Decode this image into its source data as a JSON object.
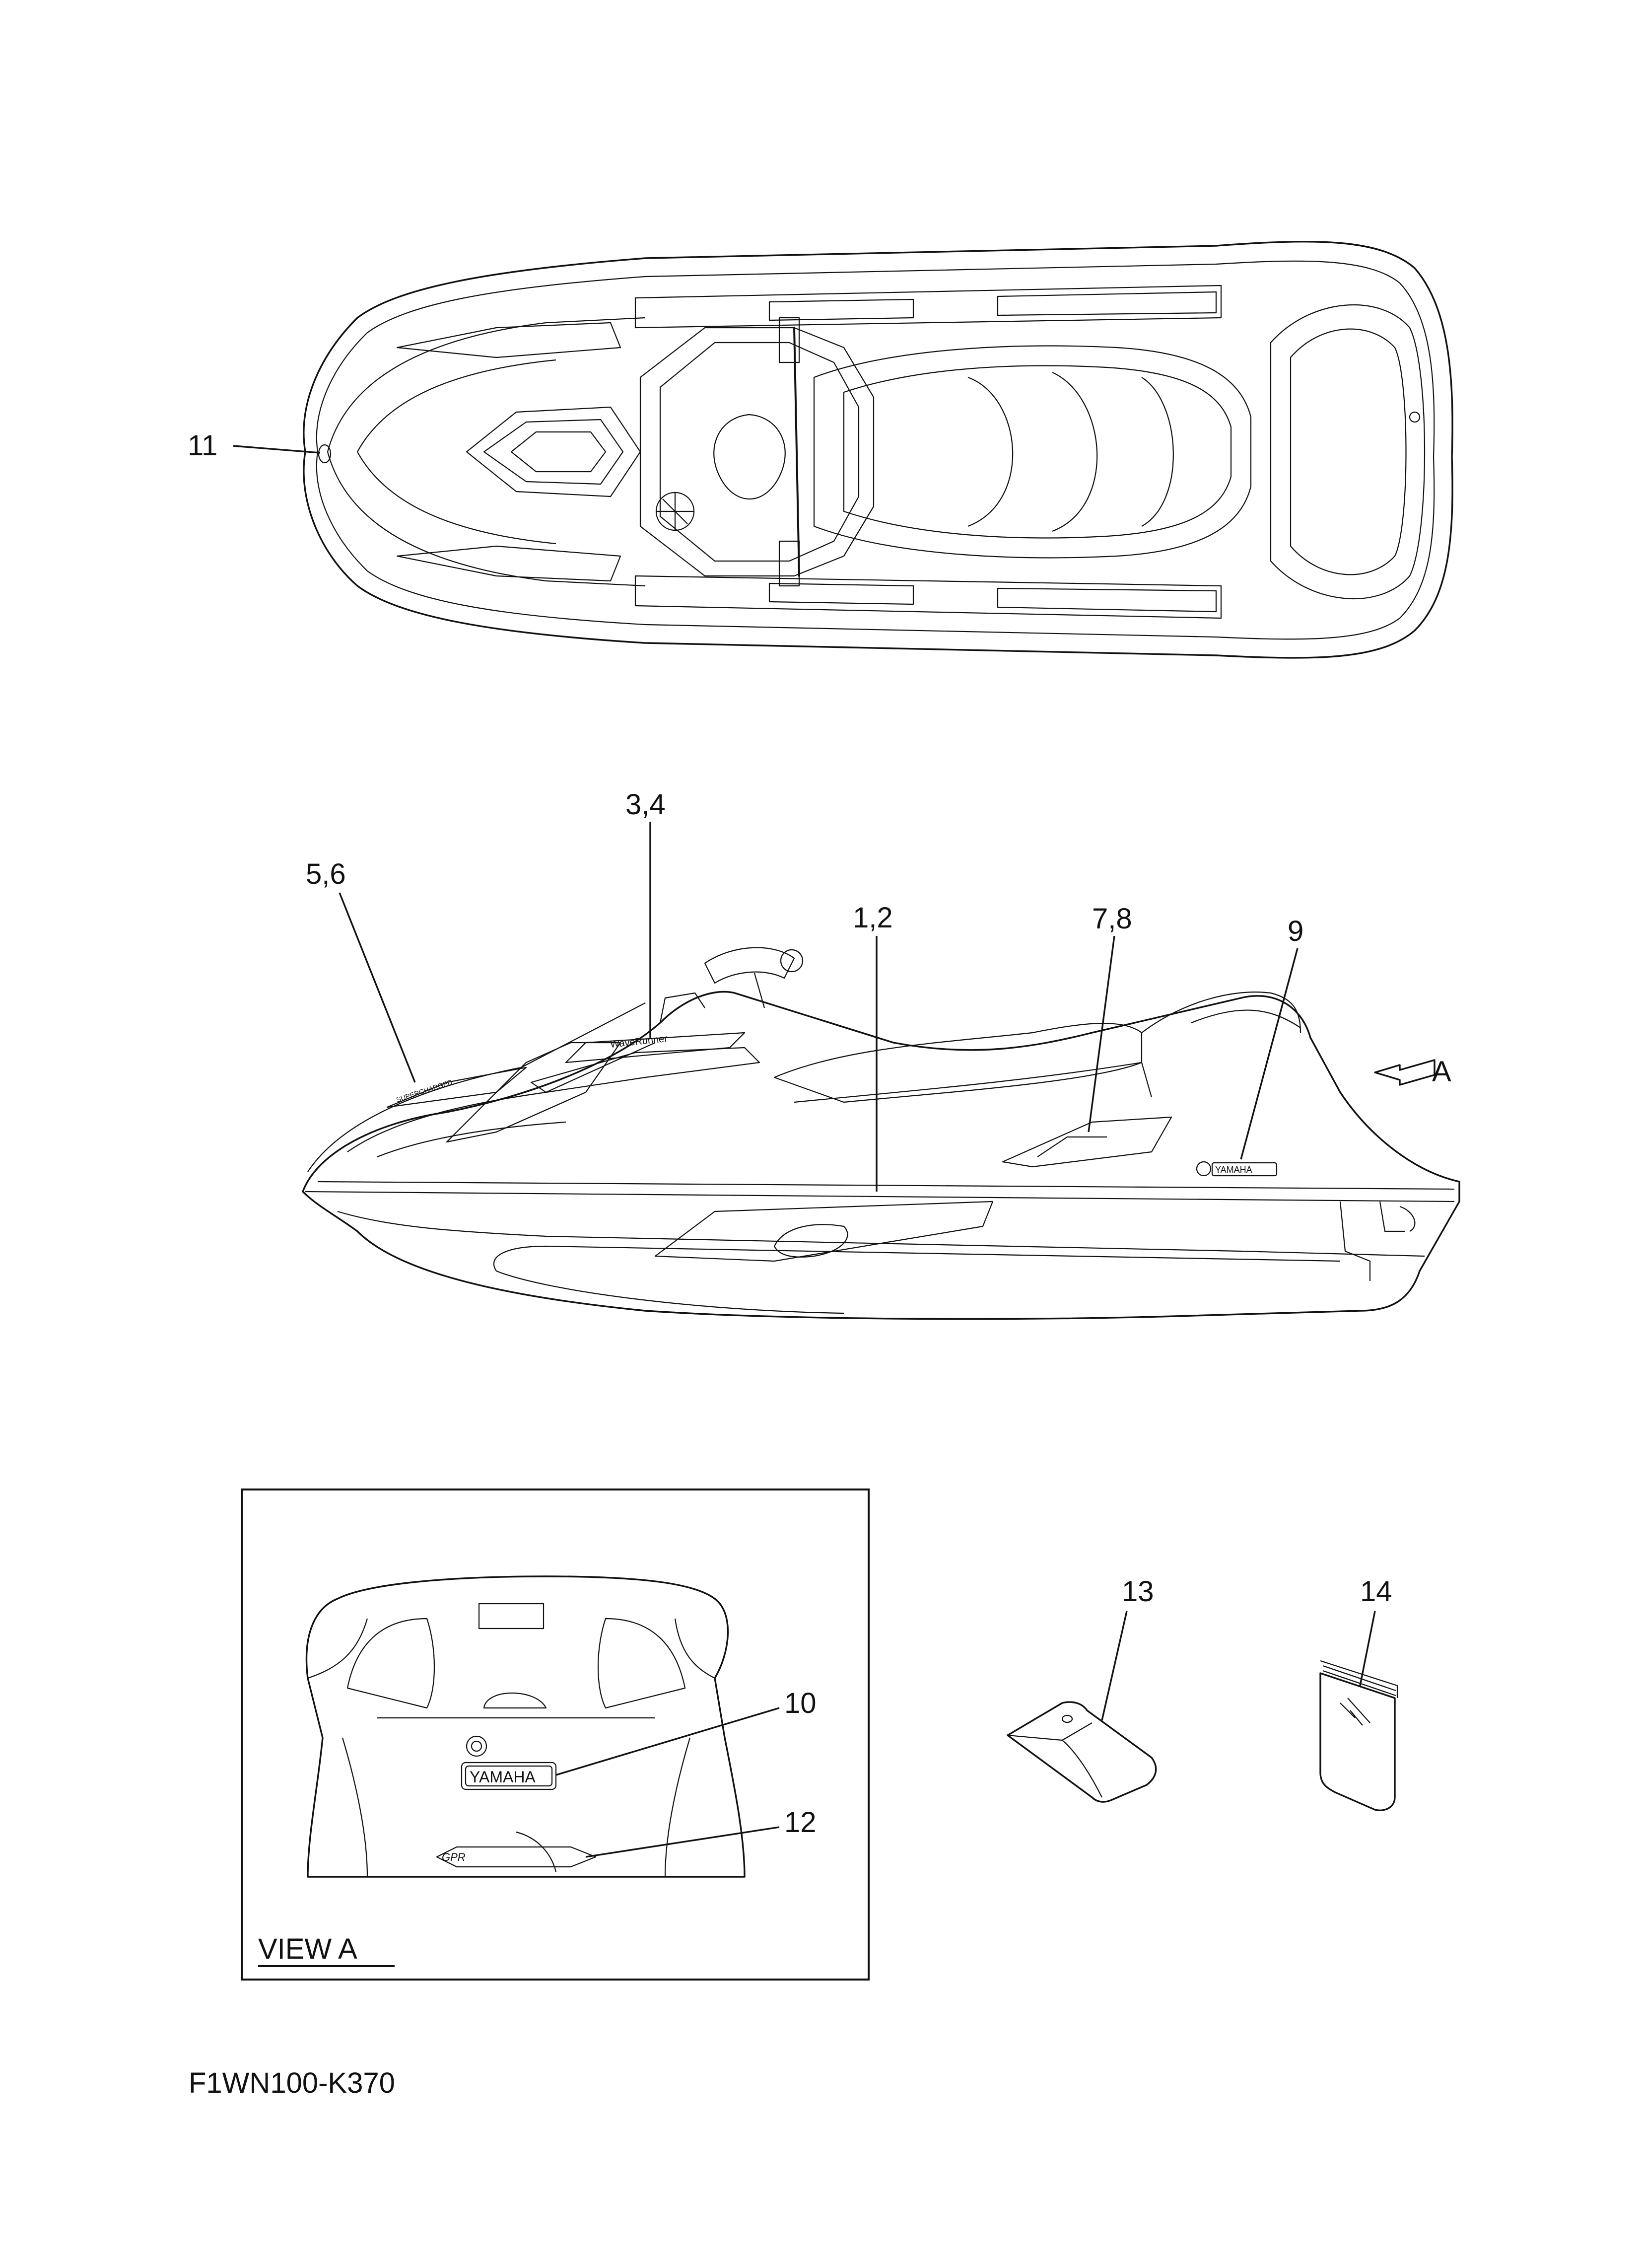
{
  "callouts": {
    "c11": "11",
    "c34": "3,4",
    "c56": "5,6",
    "c12a": "1,2",
    "c78": "7,8",
    "c9": "9",
    "cA": "A",
    "c10": "10",
    "c12b": "12",
    "c13": "13",
    "c14": "14"
  },
  "view_a_label": "VIEW A",
  "diagram_code": "F1WN100-K370",
  "decal_text": {
    "yamaha": "YAMAHA",
    "waverunner": "WaveRunner",
    "supercharged": "SUPERCHARGED",
    "gpr": "GPR"
  }
}
